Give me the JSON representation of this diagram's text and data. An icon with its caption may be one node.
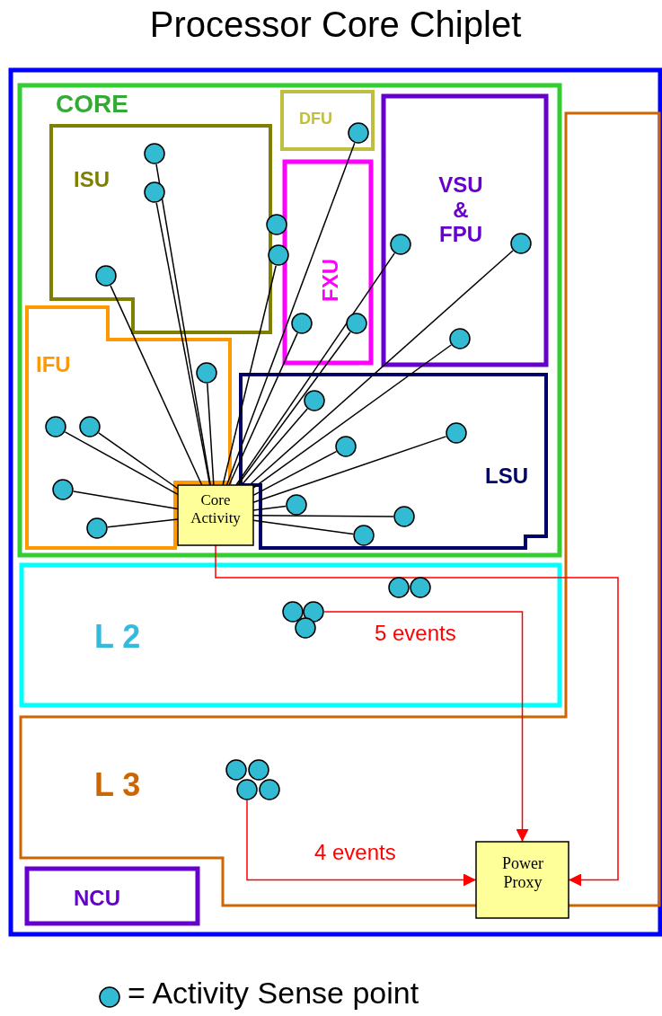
{
  "diagram": {
    "nodes": [
      {
        "text": [
          "Processor Core Chiplet"
        ]
      },
      {
        "text": [
          "CORE"
        ],
        "in": 0
      },
      {
        "text": [
          "ISU"
        ],
        "in": 1
      },
      {
        "text": [
          "DFU"
        ],
        "in": 1
      },
      {
        "text": [
          "VSU & FPU"
        ],
        "in": 1
      },
      {
        "text": [
          "FXU"
        ],
        "in": 1
      },
      {
        "text": [
          "IFU"
        ],
        "in": 1
      },
      {
        "text": [
          "LSU"
        ],
        "in": 1
      },
      {
        "text": [
          "Core Activity"
        ],
        "in": 1
      },
      {
        "text": [
          "L 2"
        ],
        "in": 0
      },
      {
        "text": [
          "L 3"
        ],
        "in": 0
      },
      {
        "text": [
          "NCU"
        ],
        "in": 0
      },
      {
        "text": [
          "Power Proxy"
        ],
        "in": 0
      },
      {
        "text": [],
        "shape": "circle",
        "in": 3
      },
      {
        "text": [],
        "shape": "circle",
        "in": 2
      },
      {
        "text": [],
        "shape": "circle",
        "in": 2
      },
      {
        "text": [],
        "shape": "circle",
        "in": 1
      },
      {
        "text": [],
        "shape": "circle",
        "in": 4
      },
      {
        "text": [],
        "shape": "circle",
        "in": 4
      },
      {
        "text": [],
        "shape": "circle",
        "in": 1
      },
      {
        "text": [],
        "shape": "circle",
        "in": 2
      },
      {
        "text": [],
        "shape": "circle",
        "in": 5
      },
      {
        "text": [],
        "shape": "circle",
        "in": 5
      },
      {
        "text": [],
        "shape": "circle",
        "in": 4
      },
      {
        "text": [],
        "shape": "circle",
        "in": 6
      },
      {
        "text": [],
        "shape": "circle",
        "in": 7
      },
      {
        "text": [],
        "shape": "circle",
        "in": 7
      },
      {
        "text": [],
        "shape": "circle",
        "in": 6
      },
      {
        "text": [],
        "shape": "circle",
        "in": 6
      },
      {
        "text": [],
        "shape": "circle",
        "in": 7
      },
      {
        "text": [],
        "shape": "circle",
        "in": 7
      },
      {
        "text": [],
        "shape": "circle",
        "in": 6
      },
      {
        "text": [],
        "shape": "circle",
        "in": 6
      },
      {
        "text": [],
        "shape": "circle",
        "in": 7
      },
      {
        "text": [],
        "shape": "circle",
        "in": 7
      },
      {
        "text": [],
        "shape": "circle",
        "in": 9
      },
      {
        "text": [],
        "shape": "circle",
        "in": 9
      },
      {
        "text": [],
        "shape": "circle",
        "in": 9
      },
      {
        "text": [],
        "shape": "circle",
        "in": 9
      },
      {
        "text": [],
        "shape": "circle",
        "in": 9
      },
      {
        "text": [],
        "shape": "circle",
        "in": 10
      },
      {
        "text": [],
        "shape": "circle",
        "in": 10
      },
      {
        "text": [],
        "shape": "circle",
        "in": 10
      },
      {
        "text": [],
        "shape": "circle",
        "in": 10
      }
    ],
    "edges": [
      {
        "from": 13,
        "to": 8,
        "arrow": "none"
      },
      {
        "from": 14,
        "to": 8,
        "arrow": "none"
      },
      {
        "from": 15,
        "to": 8,
        "arrow": "none"
      },
      {
        "from": 17,
        "to": 8,
        "arrow": "none"
      },
      {
        "from": 18,
        "to": 8,
        "arrow": "none"
      },
      {
        "from": 19,
        "to": 8,
        "arrow": "none"
      },
      {
        "from": 20,
        "to": 8,
        "arrow": "none"
      },
      {
        "from": 21,
        "to": 8,
        "arrow": "none"
      },
      {
        "from": 22,
        "to": 8,
        "arrow": "none"
      },
      {
        "from": 23,
        "to": 8,
        "arrow": "none"
      },
      {
        "from": 24,
        "to": 8,
        "arrow": "none"
      },
      {
        "from": 25,
        "to": 8,
        "arrow": "none"
      },
      {
        "from": 26,
        "to": 8,
        "arrow": "none"
      },
      {
        "from": 27,
        "to": 8,
        "arrow": "none"
      },
      {
        "from": 28,
        "to": 8,
        "arrow": "none"
      },
      {
        "from": 29,
        "to": 8,
        "arrow": "none"
      },
      {
        "from": 30,
        "to": 8,
        "arrow": "none"
      },
      {
        "from": 31,
        "to": 8,
        "arrow": "none"
      },
      {
        "from": 32,
        "to": 8,
        "arrow": "none"
      },
      {
        "from": 33,
        "to": 8,
        "arrow": "none"
      },
      {
        "from": 34,
        "to": 8,
        "arrow": "none"
      },
      {
        "from": 8,
        "to": 12,
        "arrow": "to",
        "color": "#ff0000"
      },
      {
        "from": 38,
        "to": 12,
        "arrow": "to",
        "label": "5 events",
        "color": "#ff0000"
      },
      {
        "from": 42,
        "to": 12,
        "arrow": "to",
        "label": "4 events",
        "color": "#ff0000"
      }
    ],
    "legend": [
      {
        "text": "= Activity Sense point"
      }
    ]
  }
}
